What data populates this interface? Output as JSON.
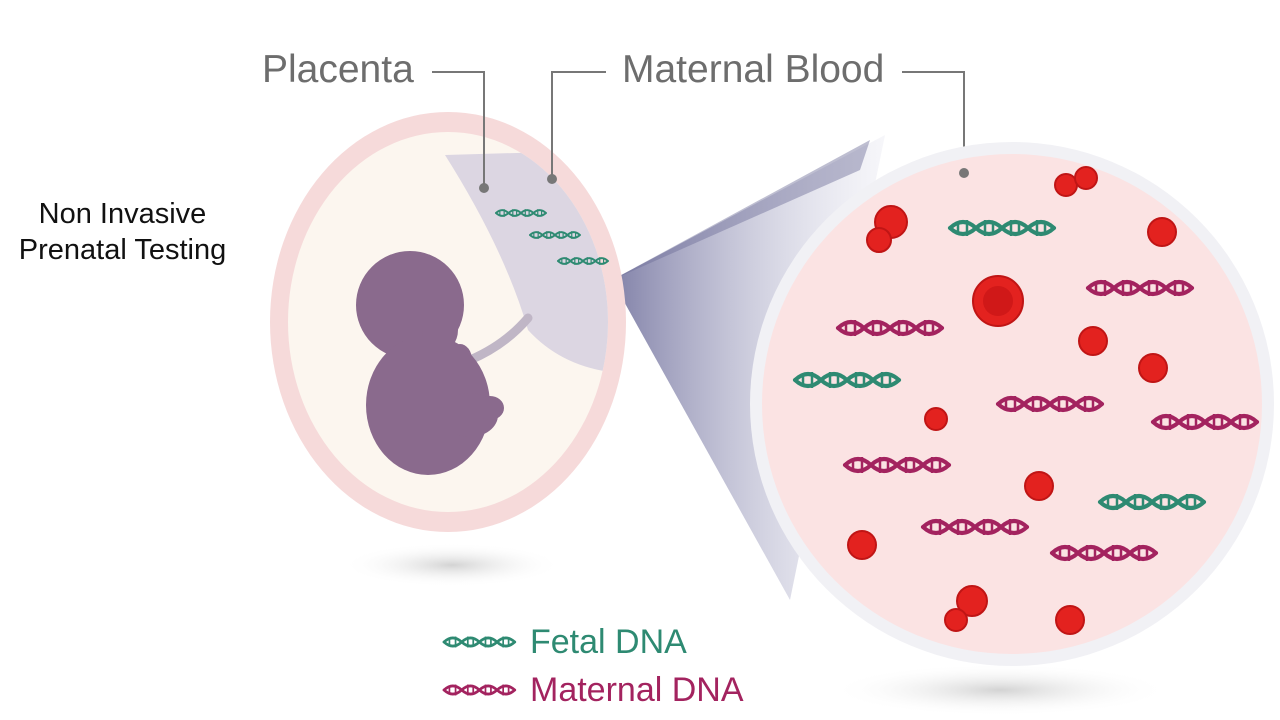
{
  "title": {
    "line1": "Non Invasive",
    "line2": "Prenatal Testing"
  },
  "labels": {
    "placenta": "Placenta",
    "maternal_blood": "Maternal Blood"
  },
  "legend": {
    "fetal": "Fetal DNA",
    "maternal": "Maternal DNA"
  },
  "colors": {
    "fetal_dna": "#2e8a72",
    "maternal_dna": "#a3235f",
    "red_cell": "#e3221f",
    "fetus": "#8a6a8d",
    "womb_rim": "#f6dada",
    "blood_fill": "#fbe3e3",
    "callout_text": "#6d6d6d"
  },
  "icons": [
    "dna-helix-icon",
    "blood-cell-icon",
    "fetus-icon"
  ]
}
